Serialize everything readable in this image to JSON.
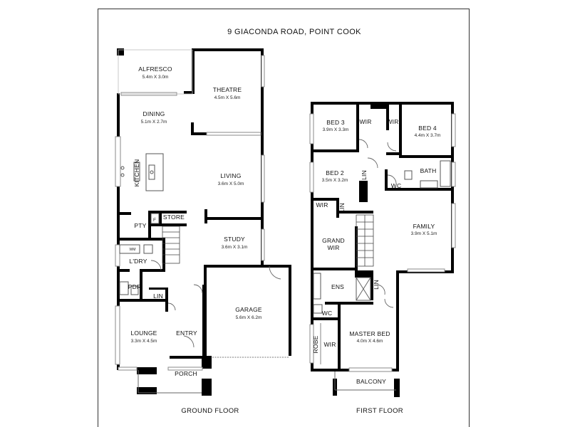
{
  "title": "9 GIACONDA ROAD, POINT COOK",
  "floors": {
    "ground": "GROUND FLOOR",
    "first": "FIRST FLOOR"
  },
  "rooms": {
    "alfresco": {
      "name": "ALFRESCO",
      "dim": "5.4m X 3.0m"
    },
    "theatre": {
      "name": "THEATRE",
      "dim": "4.5m X 5.6m"
    },
    "dining": {
      "name": "DINING",
      "dim": "5.1m X 2.7m"
    },
    "kitchen": {
      "name": "KITCHEN"
    },
    "living": {
      "name": "LIVING",
      "dim": "3.6m X 5.0m"
    },
    "pty": {
      "name": "PTY"
    },
    "store": {
      "name": "STORE"
    },
    "fridge": {
      "name": "F"
    },
    "study": {
      "name": "STUDY",
      "dim": "3.6m X 3.1m"
    },
    "wm": {
      "name": "WM"
    },
    "ldry": {
      "name": "L'DRY"
    },
    "pdr": {
      "name": "PDR"
    },
    "lin_g": {
      "name": "LIN"
    },
    "garage": {
      "name": "GARAGE",
      "dim": "5.6m X 6.2m"
    },
    "lounge": {
      "name": "LOUNGE",
      "dim": "3.3m X 4.5m"
    },
    "entry": {
      "name": "ENTRY"
    },
    "porch": {
      "name": "PORCH"
    },
    "bed3": {
      "name": "BED 3",
      "dim": "3.9m X 3.3m"
    },
    "wir1": {
      "name": "WIR"
    },
    "wir2": {
      "name": "WIR"
    },
    "bed4": {
      "name": "BED 4",
      "dim": "4.4m X 3.7m"
    },
    "bed2": {
      "name": "BED 2",
      "dim": "3.5m X 3.2m"
    },
    "lin1": {
      "name": "LIN"
    },
    "bath": {
      "name": "BATH"
    },
    "wc1": {
      "name": "WC"
    },
    "wir3": {
      "name": "WIR"
    },
    "lin2": {
      "name": "LIN"
    },
    "family": {
      "name": "FAMILY",
      "dim": "3.9m X 5.1m"
    },
    "grandwir": {
      "name": "GRAND",
      "name2": "WIR"
    },
    "ens": {
      "name": "ENS"
    },
    "lin3": {
      "name": "LIN"
    },
    "wc2": {
      "name": "WC"
    },
    "robe": {
      "name": "ROBE"
    },
    "wir4": {
      "name": "WIR"
    },
    "master": {
      "name": "MASTER BED",
      "dim": "4.0m X 4.6m"
    },
    "balcony": {
      "name": "BALCONY"
    }
  }
}
